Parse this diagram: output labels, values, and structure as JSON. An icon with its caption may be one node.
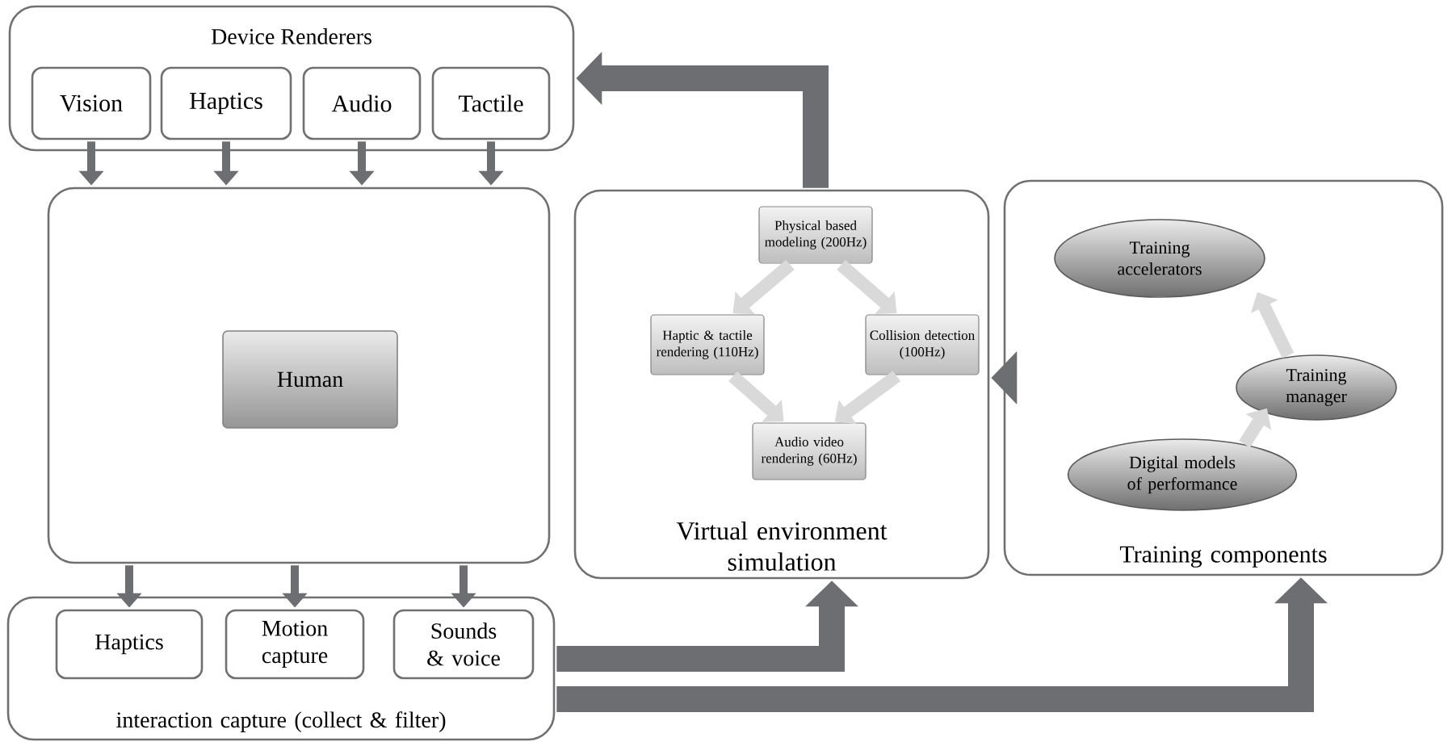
{
  "diagram": {
    "nodes": [
      {
        "text": [
          "Device Renderers"
        ]
      },
      {
        "text": [
          "Vision"
        ],
        "in": 0
      },
      {
        "text": [
          "Haptics"
        ],
        "in": 0
      },
      {
        "text": [
          "Audio"
        ],
        "in": 0
      },
      {
        "text": [
          "Tactile"
        ],
        "in": 0
      },
      {
        "text": [],
        "shape": "box"
      },
      {
        "text": [
          "Human"
        ],
        "in": 5
      },
      {
        "text": [
          "Virtual environment simulation"
        ]
      },
      {
        "text": [
          "Physical based modeling (200Hz)"
        ],
        "in": 7
      },
      {
        "text": [
          "Haptic & tactile rendering (110Hz)"
        ],
        "in": 7
      },
      {
        "text": [
          "Collision detection (100Hz)"
        ],
        "in": 7
      },
      {
        "text": [
          "Audio video rendering (60Hz)"
        ],
        "in": 7
      },
      {
        "text": [
          "Training components"
        ]
      },
      {
        "text": [
          "Training accelerators"
        ],
        "in": 12
      },
      {
        "text": [
          "Training manager"
        ],
        "in": 12
      },
      {
        "text": [
          "Digital models of performance"
        ],
        "in": 12
      },
      {
        "text": [
          "interaction capture (collect & filter)"
        ]
      },
      {
        "text": [
          "Haptics"
        ],
        "in": 16
      },
      {
        "text": [
          "Motion capture"
        ],
        "in": 16
      },
      {
        "text": [
          "Sounds & voice"
        ],
        "in": 16
      }
    ],
    "edges": [
      {
        "from": 1,
        "to": 5,
        "arrow": "to"
      },
      {
        "from": 2,
        "to": 5,
        "arrow": "to"
      },
      {
        "from": 3,
        "to": 5,
        "arrow": "to"
      },
      {
        "from": 4,
        "to": 5,
        "arrow": "to"
      },
      {
        "from": 5,
        "to": 17,
        "arrow": "to"
      },
      {
        "from": 5,
        "to": 18,
        "arrow": "to"
      },
      {
        "from": 5,
        "to": 19,
        "arrow": "to"
      },
      {
        "from": 7,
        "to": 0,
        "arrow": "to",
        "style": "thick"
      },
      {
        "from": 12,
        "to": 7,
        "arrow": "to",
        "style": "thick"
      },
      {
        "from": 16,
        "to": 7,
        "arrow": "to",
        "style": "thick"
      },
      {
        "from": 16,
        "to": 12,
        "arrow": "to",
        "style": "thick"
      },
      {
        "from": 8,
        "to": 9,
        "arrow": "to",
        "color": "#d9d9d9"
      },
      {
        "from": 8,
        "to": 10,
        "arrow": "to",
        "color": "#d9d9d9"
      },
      {
        "from": 9,
        "to": 11,
        "arrow": "to",
        "color": "#d9d9d9"
      },
      {
        "from": 10,
        "to": 11,
        "arrow": "to",
        "color": "#d9d9d9"
      },
      {
        "from": 15,
        "to": 14,
        "arrow": "to",
        "color": "#d9d9d9"
      },
      {
        "from": 14,
        "to": 13,
        "arrow": "to",
        "color": "#d9d9d9"
      }
    ]
  }
}
